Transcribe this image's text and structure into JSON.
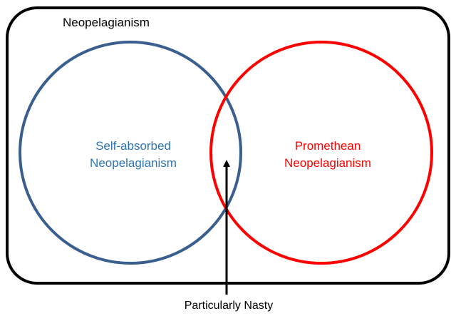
{
  "diagram": {
    "outer_set": {
      "label": "Neopelagianism",
      "stroke": "#000000"
    },
    "left_set": {
      "line1": "Self-absorbed",
      "line2": "Neopelagianism",
      "stroke": "#3a5f8f",
      "text_color": "#2e75b6"
    },
    "right_set": {
      "line1": "Promethean",
      "line2": "Neopelagianism",
      "stroke": "#ff0000",
      "text_color": "#ff0000"
    },
    "overlap_pointer": {
      "label": "Particularly Nasty",
      "stroke": "#000000"
    }
  }
}
